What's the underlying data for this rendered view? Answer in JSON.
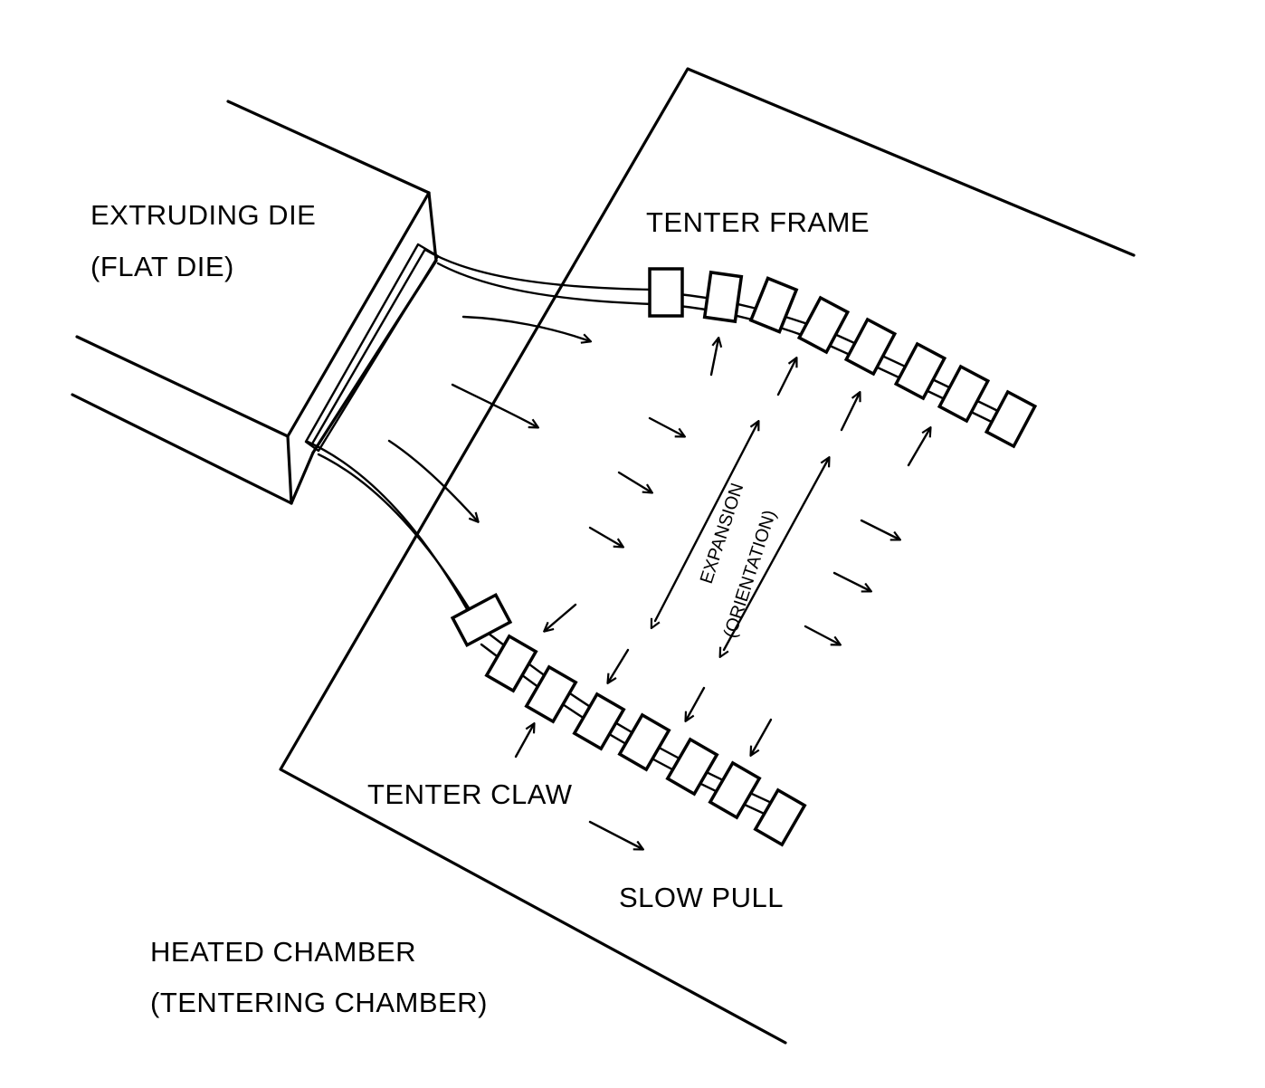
{
  "labels": {
    "die_line1": "EXTRUDING DIE",
    "die_line2": "(FLAT DIE)",
    "tenter_frame": "TENTER FRAME",
    "expansion": "EXPANSION",
    "orientation": "(ORIENTATION)",
    "tenter_claw": "TENTER CLAW",
    "slow_pull": "SLOW PULL",
    "chamber_line1": "HEATED CHAMBER",
    "chamber_line2": "(TENTERING CHAMBER)"
  }
}
